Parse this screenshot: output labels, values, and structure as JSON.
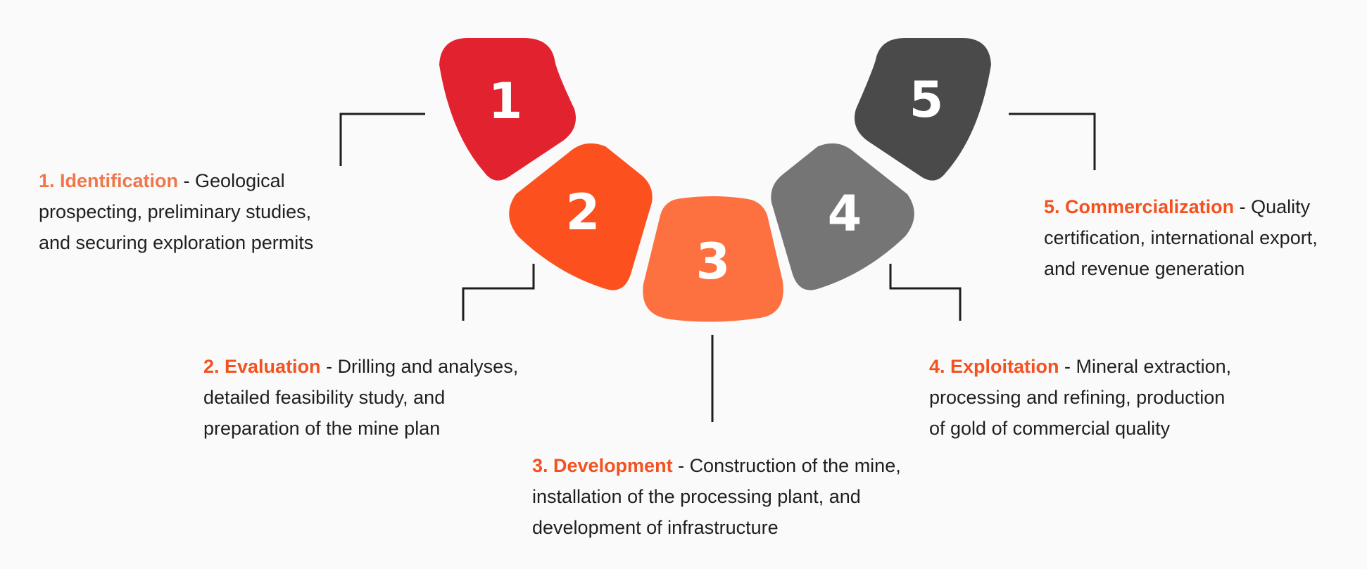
{
  "steps": [
    {
      "number": "1",
      "title": "1. Identification",
      "separator": " - ",
      "lines": [
        "Geological",
        "prospecting, preliminary studies,",
        "and securing exploration permits"
      ],
      "fill": "#e2232f",
      "title_color": "#f0764a"
    },
    {
      "number": "2",
      "title": "2. Evaluation",
      "separator": " - ",
      "lines": [
        "Drilling and analyses,",
        "detailed feasibility study, and",
        "preparation of the mine plan"
      ],
      "fill": "#fd501f",
      "title_color": "#f45120"
    },
    {
      "number": "3",
      "title": "3. Development",
      "separator": " - ",
      "lines": [
        "Construction of the mine,",
        "installation of the processing plant, and",
        "development of infrastructure"
      ],
      "fill": "#fd7140",
      "title_color": "#f45120"
    },
    {
      "number": "4",
      "title": "4. Exploitation",
      "separator": " - ",
      "lines": [
        "Mineral extraction,",
        "processing and refining, production",
        "of gold of commercial quality"
      ],
      "fill": "#757575",
      "title_color": "#f45120"
    },
    {
      "number": "5",
      "title": "5. Commercialization",
      "separator": " - ",
      "lines": [
        "Quality",
        "certification, international export,",
        "and revenue generation"
      ],
      "fill": "#4a4a4a",
      "title_color": "#f45120"
    }
  ]
}
